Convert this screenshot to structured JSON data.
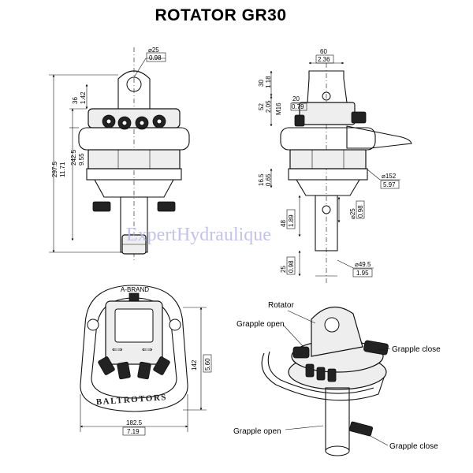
{
  "title": "ROTATOR  GR30",
  "watermark": "ExpertHydraulique",
  "brand_text": "BALTROTORS",
  "housing_labels": {
    "icon_left": "⇐⇒",
    "icon_right": "⇐⇒",
    "small_text_top": "A-BRAND"
  },
  "front_view": {
    "dia_top_mm": "⌀25",
    "dia_top_in": "0.98",
    "h36_mm": "36",
    "h36_in": "1.42",
    "h297_mm": "297.5",
    "h297_in": "11.71",
    "h242_mm": "242.5",
    "h242_in": "9.55"
  },
  "side_view": {
    "w60_mm": "60",
    "w60_in": "2.36",
    "h30_mm": "30",
    "h30_in": "1.18",
    "w20_mm": "20",
    "w20_in": "0.79",
    "h52_mm": "52",
    "h52_in": "2.05",
    "thread": "M16",
    "h16_mm": "16.5",
    "h16_in": "0.65",
    "dia152_mm": "⌀152",
    "dia152_in": "5.97",
    "dia25_mm": "⌀25",
    "dia25_in": "0.98",
    "h48_mm": "48",
    "h48_in": "1.89",
    "h25_mm": "25",
    "h25_in": "0.98",
    "dia49_mm": "⌀49.5",
    "dia49_in": "1.95"
  },
  "bottom_view": {
    "h142_mm": "142",
    "h142_in": "5.60",
    "w182_mm": "182.5",
    "w182_in": "7.19"
  },
  "iso_view": {
    "rotator": "Rotator",
    "grapple_open_1": "Grapple open",
    "grapple_close_1": "Grapple close",
    "grapple_open_2": "Grapple open",
    "grapple_close_2": "Grapple close"
  }
}
